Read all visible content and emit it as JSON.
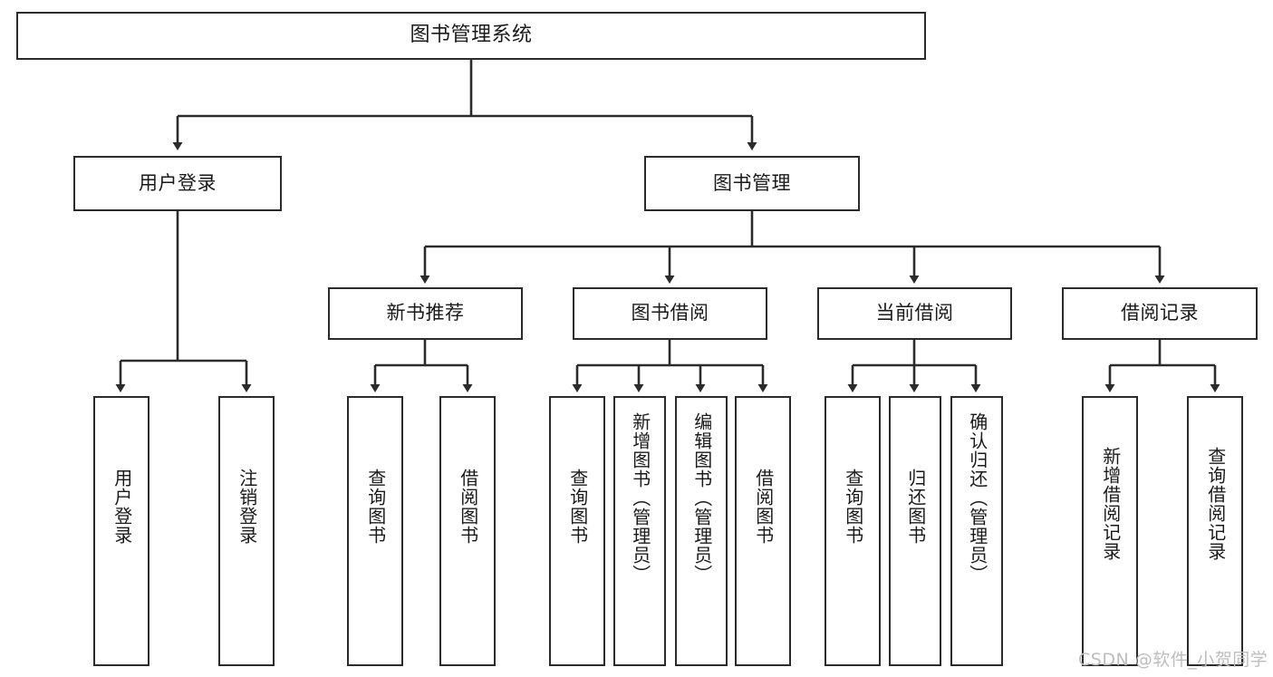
{
  "diagram": {
    "title": "图书管理系统",
    "type": "hierarchy-tree",
    "watermark": "CSDN @软件_小贺同学",
    "colors": {
      "background": "#ffffff",
      "box_border": "#2b2b2b",
      "box_fill": "#ffffff",
      "connector": "#2b2b2b",
      "text": "#1a1a1a",
      "watermark": "#bdbdbd"
    },
    "nodes": {
      "root": {
        "label": "图书管理系统"
      },
      "level2": [
        {
          "label": "用户登录"
        },
        {
          "label": "图书管理"
        }
      ],
      "level3": [
        {
          "label": "新书推荐"
        },
        {
          "label": "图书借阅"
        },
        {
          "label": "当前借阅"
        },
        {
          "label": "借阅记录"
        }
      ],
      "leaves_user_login": [
        {
          "label": "用户登录"
        },
        {
          "label": "注销登录"
        }
      ],
      "leaves_new_books": [
        {
          "label": "查询图书"
        },
        {
          "label": "借阅图书"
        }
      ],
      "leaves_borrow": [
        {
          "label": "查询图书"
        },
        {
          "label": "新增图书（管理员）"
        },
        {
          "label": "编辑图书（管理员）"
        },
        {
          "label": "借阅图书"
        }
      ],
      "leaves_current": [
        {
          "label": "查询图书"
        },
        {
          "label": "归还图书"
        },
        {
          "label": "确认归还（管理员）"
        }
      ],
      "leaves_records": [
        {
          "label": "新增借阅记录"
        },
        {
          "label": "查询借阅记录"
        }
      ]
    }
  }
}
